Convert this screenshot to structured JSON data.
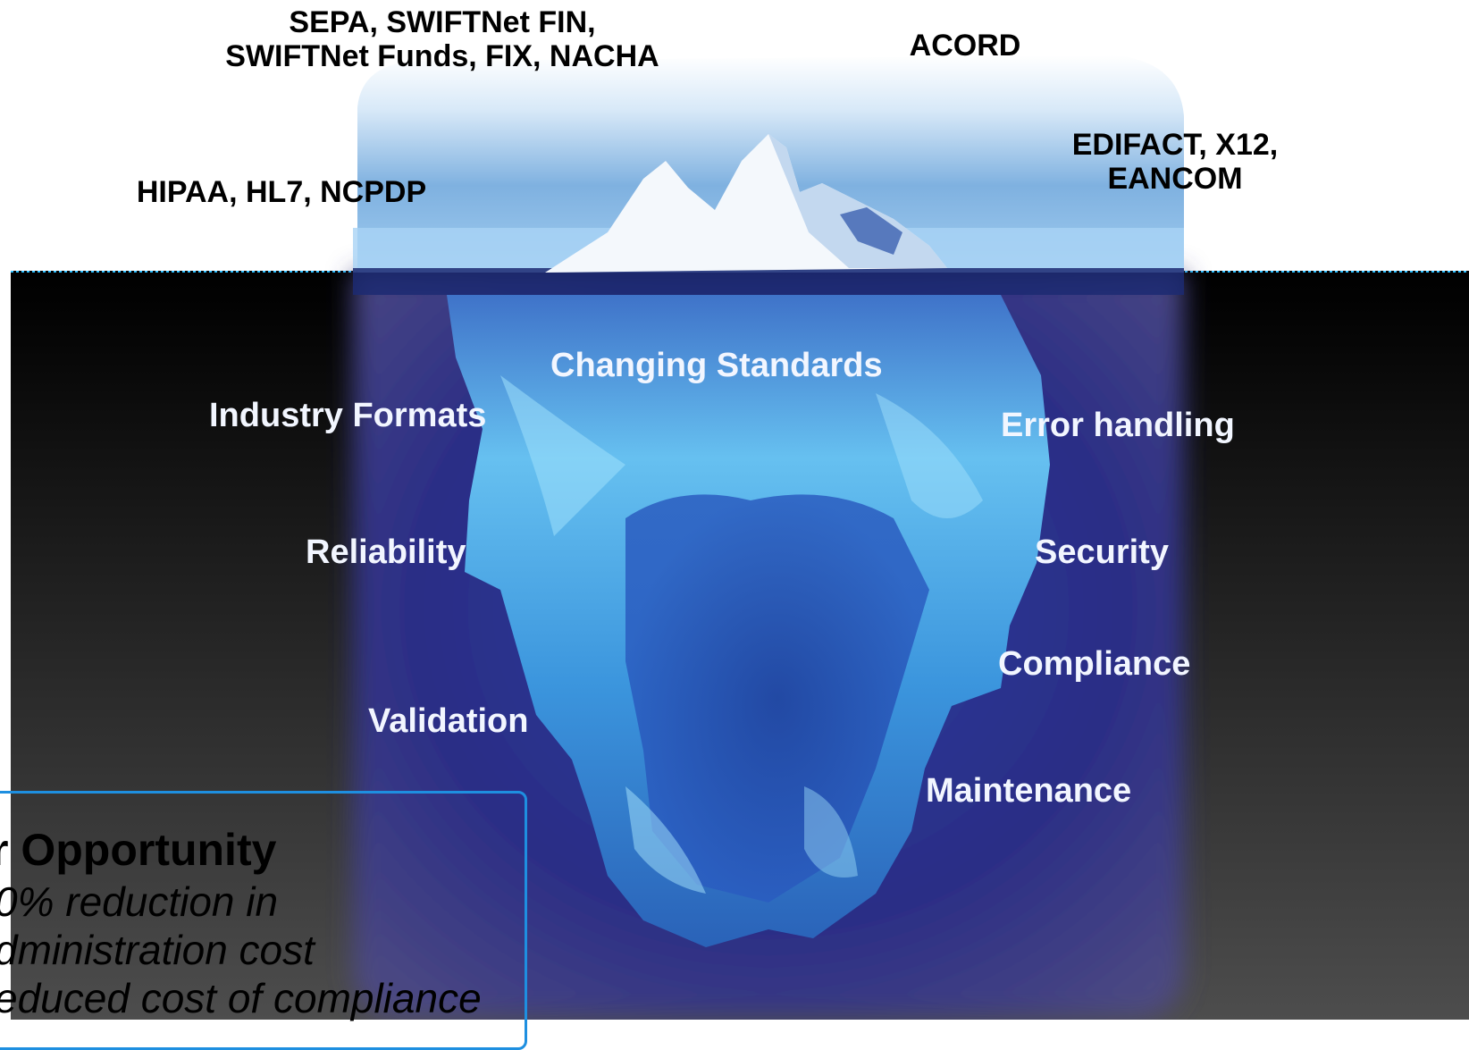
{
  "above_water_labels": {
    "financial": "SEPA, SWIFTNet FIN,\nSWIFTNet Funds, FIX, NACHA",
    "insurance": "ACORD",
    "healthcare": "HIPAA, HL7, NCPDP",
    "retail": "EDIFACT, X12,\nEANCOM"
  },
  "below_water_labels": {
    "changing_standards": "Changing Standards",
    "industry_formats": "Industry Formats",
    "error_handling": "Error handling",
    "reliability": "Reliability",
    "security": "Security",
    "compliance": "Compliance",
    "validation": "Validation",
    "maintenance": "Maintenance"
  },
  "opportunity_box": {
    "title": "r Opportunity",
    "line1": "0% reduction in",
    "line2": "dministration cost",
    "line3": "educed cost of compliance"
  },
  "colors": {
    "sky": "#9fc8ec",
    "water_deep": "#2a2a7e",
    "ice": "#63c3f2",
    "dark_band": "#0a0a0a",
    "grey_band": "#4a4a4a",
    "box_border": "#1e8fe0"
  }
}
